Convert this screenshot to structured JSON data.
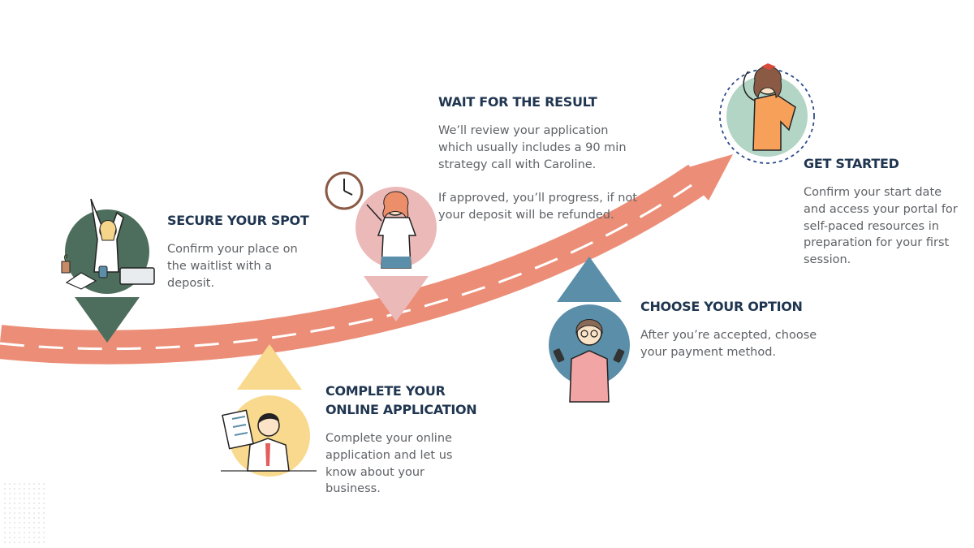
{
  "colors": {
    "road": "#ec8e77",
    "road_dash": "#ffffff",
    "heading": "#1f3550",
    "body_text": "#5f6266",
    "secure": "#4e6e5d",
    "application": "#f8d98e",
    "result": "#ecb9b9",
    "option": "#5b8fa9",
    "started": "#b3d5c6",
    "started_ring": "#2e4c8a"
  },
  "steps": {
    "secure": {
      "title": "SECURE YOUR SPOT",
      "lines": [
        "Confirm your place on",
        "the waitlist with a",
        "deposit."
      ]
    },
    "application": {
      "title_lines": [
        "COMPLETE YOUR",
        "ONLINE APPLICATION"
      ],
      "lines": [
        "Complete your online",
        "application and let us",
        "know about your",
        "business."
      ]
    },
    "result": {
      "title": "WAIT FOR THE RESULT",
      "lines": [
        "We’ll review your application",
        "which usually includes a 90 min",
        "strategy call with Caroline."
      ],
      "lines2": [
        "If approved, you’ll progress, if not",
        "your deposit will be refunded."
      ]
    },
    "option": {
      "title": "CHOOSE YOUR OPTION",
      "lines": [
        "After you’re accepted, choose",
        "your payment method."
      ]
    },
    "started": {
      "title": "GET STARTED",
      "lines": [
        "Confirm your start date",
        "and access your portal for",
        "self-paced resources in",
        "preparation for your first",
        "session."
      ]
    }
  },
  "illustrations": {
    "secure": "person-at-laptop-stretching-icon",
    "application": "man-holding-application-form-icon",
    "result": "woman-pointing-at-clock-icon",
    "option": "woman-holding-two-phones-icon",
    "started": "woman-flexing-arm-icon"
  }
}
